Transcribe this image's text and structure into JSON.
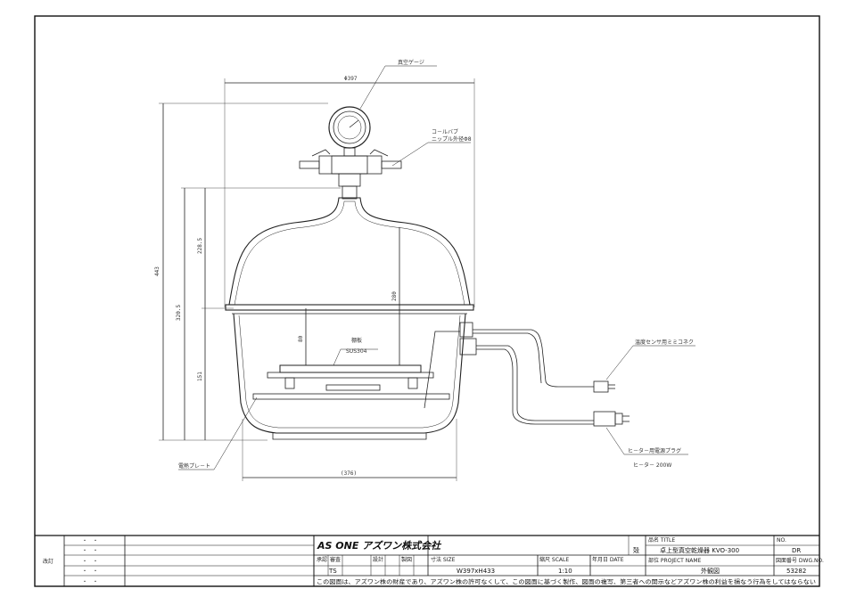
{
  "drawing": {
    "dimensions": {
      "top_width": "Φ397",
      "total_height": "443",
      "lid_height": "228.5",
      "body_height": "320.5",
      "base_height": "151",
      "inner_depth": "280",
      "shelf_gap": "80",
      "base_width": "(376)"
    },
    "labels": {
      "vacuum_gauge": "真空ゲージ",
      "valve": "コ－ルバブ",
      "nipple": "ニップル外径Φ8",
      "shelf": "棚板",
      "shelf_material": "SUS304",
      "heater_plate": "電熱プレ－ト",
      "sensor_connector": "温度センサ用ミミコネク",
      "heater_plug": "ヒ－タ－用電源プラグ",
      "heater_power": "ヒ－タ－ 200W"
    }
  },
  "title_block": {
    "revision_marks": [
      "・　・",
      "・　・",
      "・　・",
      "・　・",
      "・　・"
    ],
    "revision_label": "改訂",
    "company_logo": "AS ONE アズワン株式会社",
    "approval_label": "承認",
    "check_label": "審査",
    "check_value": "TS",
    "design_label": "設計",
    "drawing_label": "製図",
    "size_label": "寸法 SIZE",
    "size_value": "W397xH433",
    "scale_label": "縮尺 SCALE",
    "scale_value": "1:10",
    "date_label": "年月日 DATE",
    "date_value": "",
    "mark_value": "殻",
    "title_label": "品名 TITLE",
    "title_value": "卓上型真空乾燥器 KVO-300",
    "project_label": "部位 PROJECT NAME",
    "project_value": "外観図",
    "no_label": "NO.",
    "no_value": "DR",
    "dwg_label": "図面番号 DWG.NO.",
    "dwg_value": "53282",
    "notice": "この図面は、アズワン株の財産であり、アズワン株の許可なくして、この図面に基づく製作、図面の複写、第三者への開示などアズワン株の利益を損なう行為をしてはならない"
  }
}
